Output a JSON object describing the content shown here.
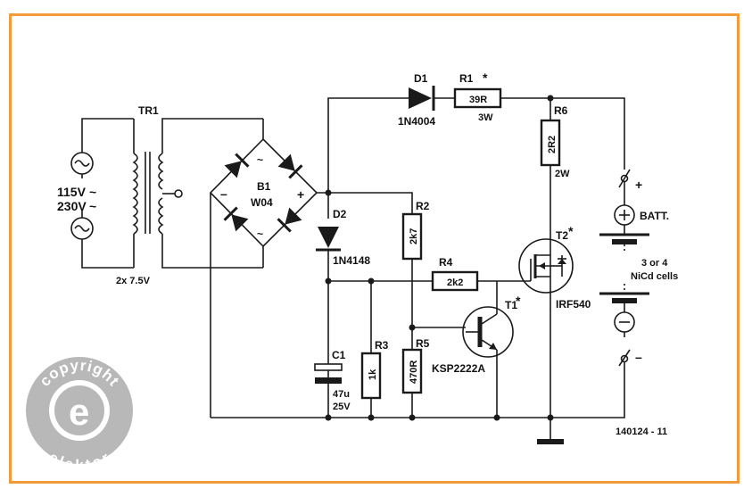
{
  "transformer": {
    "ref": "TR1",
    "secondary": "2x 7.5V"
  },
  "mains": {
    "v1": "115V",
    "v2": "230V",
    "tilde": "~"
  },
  "bridge": {
    "ref": "B1",
    "part": "W04",
    "plus": "+",
    "minus": "–",
    "ac": "~"
  },
  "diode_d1": {
    "ref": "D1",
    "part": "1N4004"
  },
  "resistor_r1": {
    "ref": "R1",
    "star": "*",
    "value": "39R",
    "power": "3W"
  },
  "resistor_r6": {
    "ref": "R6",
    "value": "2R2",
    "power": "2W"
  },
  "diode_d2": {
    "ref": "D2",
    "part": "1N4148"
  },
  "resistor_r2": {
    "ref": "R2",
    "value": "2k7"
  },
  "resistor_r4": {
    "ref": "R4",
    "value": "2k2"
  },
  "resistor_r3": {
    "ref": "R3",
    "value": "1k"
  },
  "resistor_r5": {
    "ref": "R5",
    "value": "470R"
  },
  "capacitor_c1": {
    "ref": "C1",
    "value1": "47u",
    "value2": "25V"
  },
  "transistor_t1": {
    "ref": "T1",
    "star": "*",
    "part": "KSP2222A"
  },
  "mosfet_t2": {
    "ref": "T2",
    "star": "*",
    "part": "IRF540"
  },
  "battery": {
    "label": "BATT.",
    "plus": "+",
    "minus": "–",
    "cells_line1": "3 or 4",
    "cells_line2": "NiCd cells"
  },
  "figure_number": "140124 - 11",
  "watermark": {
    "top": "copyright",
    "bottom": "elektor",
    "center": "e"
  },
  "colors": {
    "frame": "#f39a3b",
    "wire": "#1a1a1a",
    "watermark": "#b8b8b8"
  }
}
